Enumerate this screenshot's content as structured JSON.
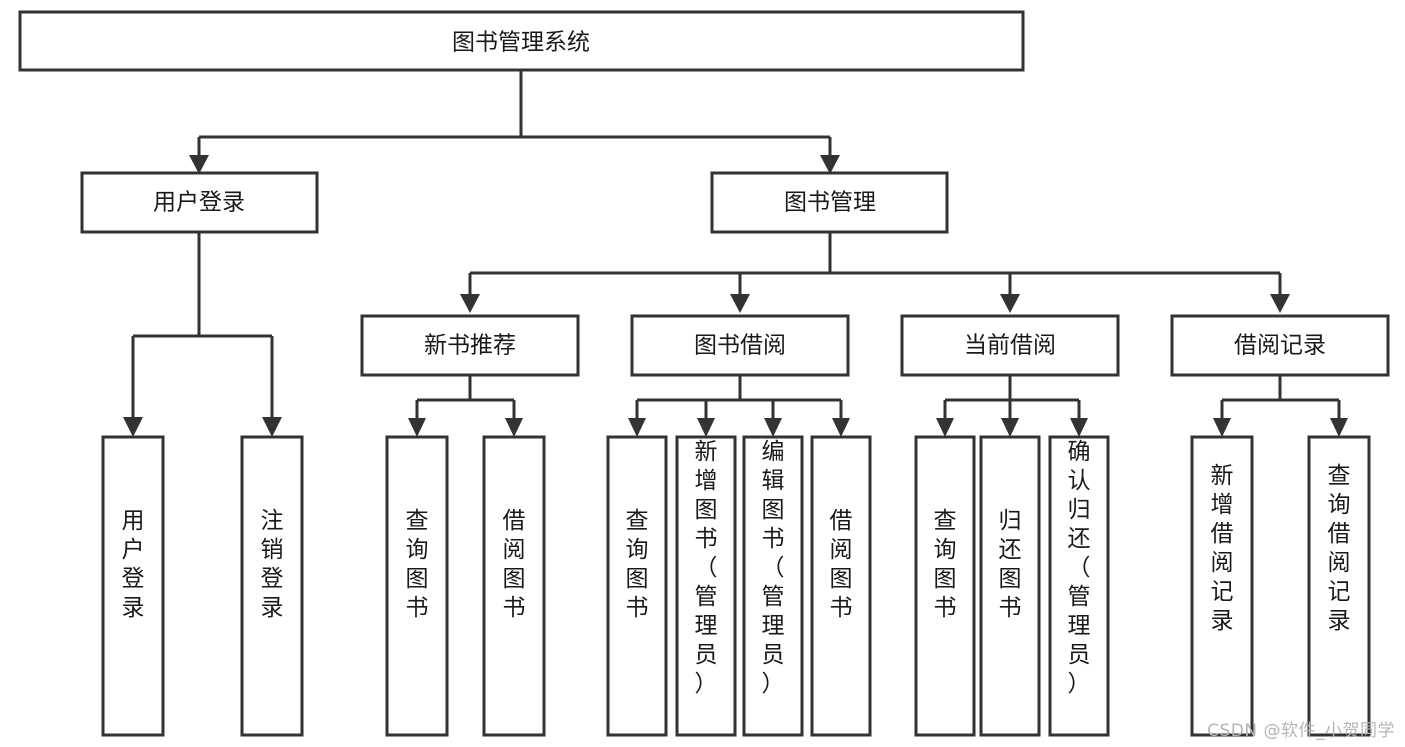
{
  "diagram": {
    "title": "图书管理系统",
    "type": "tree",
    "watermark": "CSDN @软件_小贺同学",
    "colors": {
      "box_stroke": "#333333",
      "box_fill": "#ffffff",
      "text": "#1a1a1a",
      "connector": "#333333",
      "watermark": "#b5b5b5",
      "background": "#ffffff"
    },
    "nodes": {
      "root": {
        "label": "图书管理系统",
        "orientation": "horizontal"
      },
      "level1": [
        {
          "id": "user-login",
          "label": "用户登录",
          "orientation": "horizontal"
        },
        {
          "id": "book-manage",
          "label": "图书管理",
          "orientation": "horizontal"
        }
      ],
      "level2": [
        {
          "id": "new-book-rec",
          "label": "新书推荐",
          "orientation": "horizontal",
          "parent": "book-manage"
        },
        {
          "id": "book-borrow",
          "label": "图书借阅",
          "orientation": "horizontal",
          "parent": "book-manage"
        },
        {
          "id": "current-borrow",
          "label": "当前借阅",
          "orientation": "horizontal",
          "parent": "book-manage"
        },
        {
          "id": "borrow-record",
          "label": "借阅记录",
          "orientation": "horizontal",
          "parent": "book-manage"
        }
      ],
      "leaves": [
        {
          "id": "leaf-user-login",
          "label": "用户登录",
          "orientation": "vertical",
          "parent": "user-login"
        },
        {
          "id": "leaf-user-logout",
          "label": "注销登录",
          "orientation": "vertical",
          "parent": "user-login"
        },
        {
          "id": "leaf-query-book-1",
          "label": "查询图书",
          "orientation": "vertical",
          "parent": "new-book-rec"
        },
        {
          "id": "leaf-borrow-book-1",
          "label": "借阅图书",
          "orientation": "vertical",
          "parent": "new-book-rec"
        },
        {
          "id": "leaf-query-book-2",
          "label": "查询图书",
          "orientation": "vertical",
          "parent": "book-borrow"
        },
        {
          "id": "leaf-add-book",
          "label": "新增图书（管理员）",
          "orientation": "vertical",
          "parent": "book-borrow"
        },
        {
          "id": "leaf-edit-book",
          "label": "编辑图书（管理员）",
          "orientation": "vertical",
          "parent": "book-borrow"
        },
        {
          "id": "leaf-borrow-book-2",
          "label": "借阅图书",
          "orientation": "vertical",
          "parent": "book-borrow"
        },
        {
          "id": "leaf-query-book-3",
          "label": "查询图书",
          "orientation": "vertical",
          "parent": "current-borrow"
        },
        {
          "id": "leaf-return-book",
          "label": "归还图书",
          "orientation": "vertical",
          "parent": "current-borrow"
        },
        {
          "id": "leaf-confirm-return",
          "label": "确认归还（管理员）",
          "orientation": "vertical",
          "parent": "current-borrow"
        },
        {
          "id": "leaf-add-record",
          "label": "新增借阅记录",
          "orientation": "vertical",
          "parent": "borrow-record"
        },
        {
          "id": "leaf-query-record",
          "label": "查询借阅记录",
          "orientation": "vertical",
          "parent": "borrow-record"
        }
      ]
    }
  }
}
